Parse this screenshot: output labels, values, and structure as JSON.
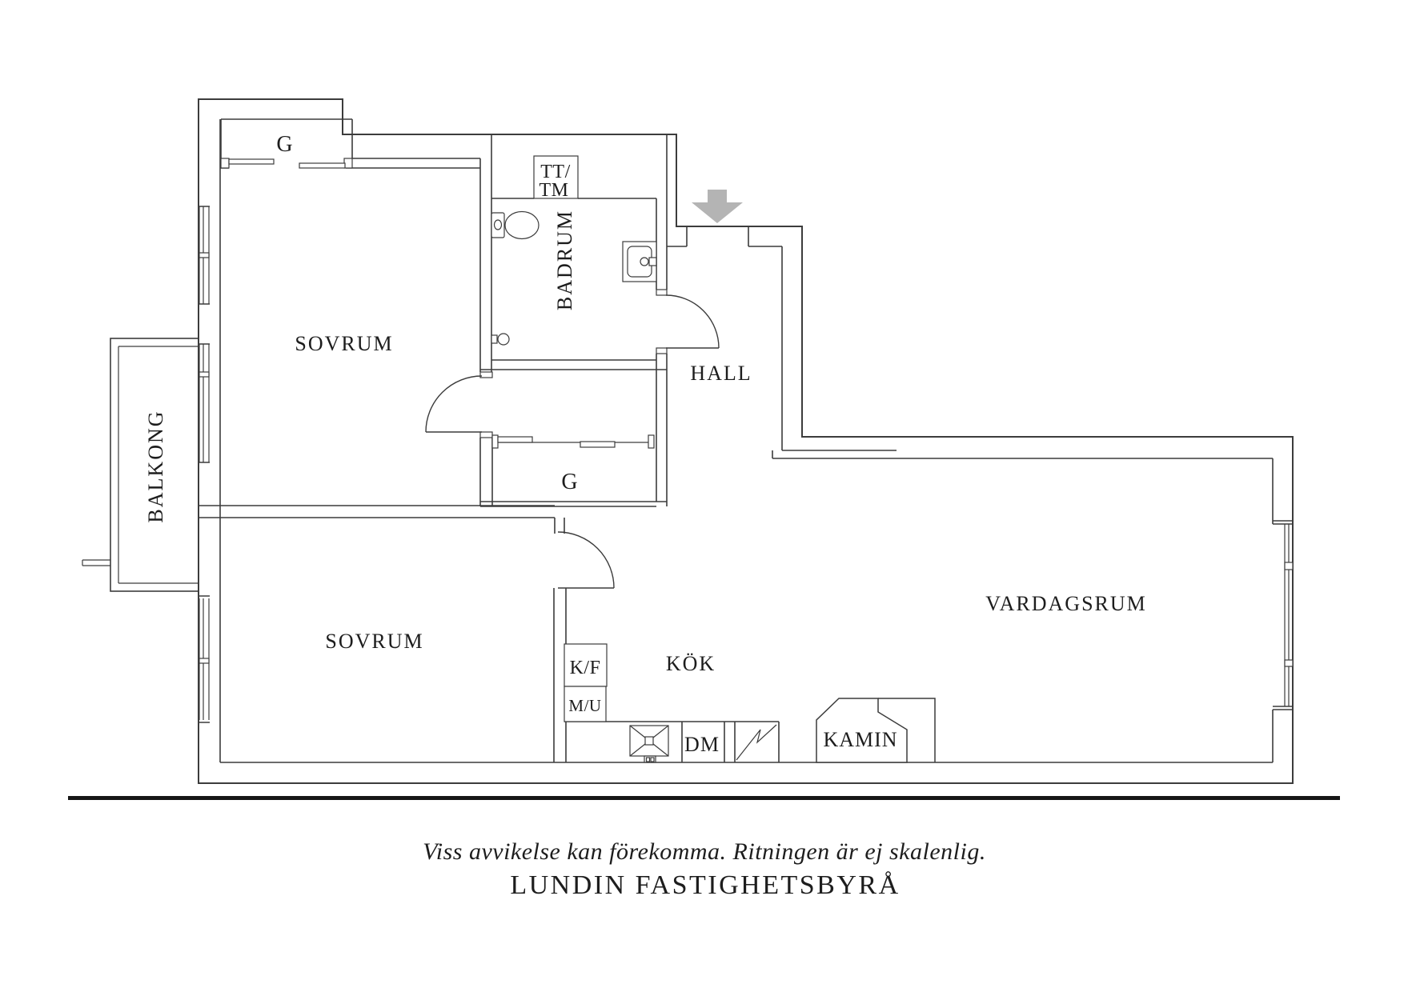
{
  "plan": {
    "rooms": {
      "bedroom1": "SOVRUM",
      "bedroom2": "SOVRUM",
      "bathroom": "BADRUM",
      "hall": "HALL",
      "balcony": "BALKONG",
      "kitchen": "KÖK",
      "living_room": "VARDAGSRUM"
    },
    "closets": {
      "g1": "G",
      "g2": "G"
    },
    "appliances": {
      "washer_line1": "TT/",
      "washer_line2": "TM",
      "fridge_freezer": "K/F",
      "micro_oven": "M/U",
      "dishwasher": "DM",
      "fireplace": "KAMIN"
    }
  },
  "footer": {
    "disclaimer": "Viss avvikelse kan förekomma. Ritningen är ej skalenlig.",
    "company": "LUNDIN FASTIGHETSBYRÅ"
  },
  "colors": {
    "line": "#3c3c3c",
    "text": "#1d1d1d",
    "entrance_arrow": "#b4b4b4",
    "background": "#ffffff"
  },
  "icons": {
    "entrance_arrow": "down-arrow"
  }
}
